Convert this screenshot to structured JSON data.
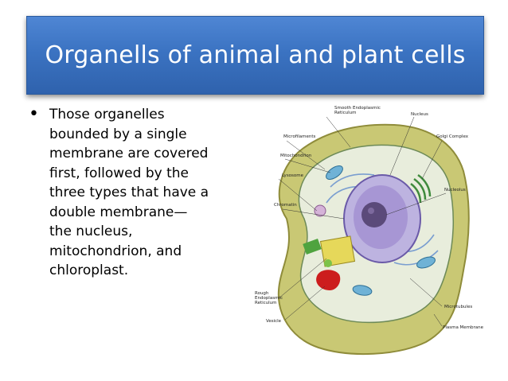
{
  "slide": {
    "title": "Organells of animal and plant cells",
    "bullet_marker": "•",
    "bullet_text": " Those organelles\nbounded by a single\nmembrane are covered\nfirst, followed by the\nthree types that have a\ndouble membrane—\nthe nucleus,\nmitochondrion, and\nchloroplast."
  },
  "figure": {
    "labels": {
      "smooth_er": "Smooth Endoplasmic\nReticulum",
      "nucleus": "Nucleus",
      "microfilaments": "Microfilaments",
      "golgi": "Golgi Complex",
      "mitochondrion": "Mitochondrion",
      "lysosome": "Lysosome",
      "nucleolus": "Nucleolus",
      "chromatin": "Chromatin",
      "rough_er": "Rough\nEndoplasmic\nReticulum",
      "vesicle": "Vesicle",
      "microtubules": "Microtubules",
      "plasma_membrane": "Plasma Membrane"
    }
  }
}
